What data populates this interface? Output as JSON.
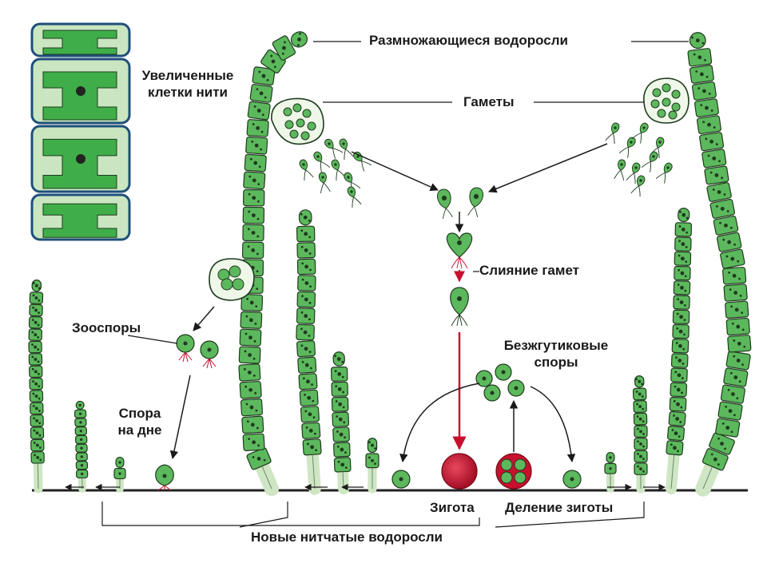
{
  "labels": {
    "reproducing_algae": "Размножающиеся водоросли",
    "enlarged_cells_line1": "Увеличенные",
    "enlarged_cells_line2": "клетки нити",
    "gametes": "Гаметы",
    "gamete_fusion": "Слияние гамет",
    "zoospores": "Зооспоры",
    "spore_on_bottom_line1": "Спора",
    "spore_on_bottom_line2": "на дне",
    "flagellaless_spores_line1": "Безжгутиковые",
    "flagellaless_spores_line2": "споры",
    "zygote": "Зигота",
    "zygote_division": "Деление зиготы",
    "new_filamentous_algae": "Новые нитчатые водоросли"
  },
  "colors": {
    "cell_fill": "#5cb85c",
    "cell_fill_light": "#a9d88c",
    "cell_outline": "#1f3a1f",
    "zygote": "#c8102e",
    "arrow_red": "#c8102e",
    "enlarged_wall": "#1f4f7a",
    "enlarged_fill": "#c9e6c0",
    "chloroplast": "#3fae49",
    "ground": "#222222"
  }
}
